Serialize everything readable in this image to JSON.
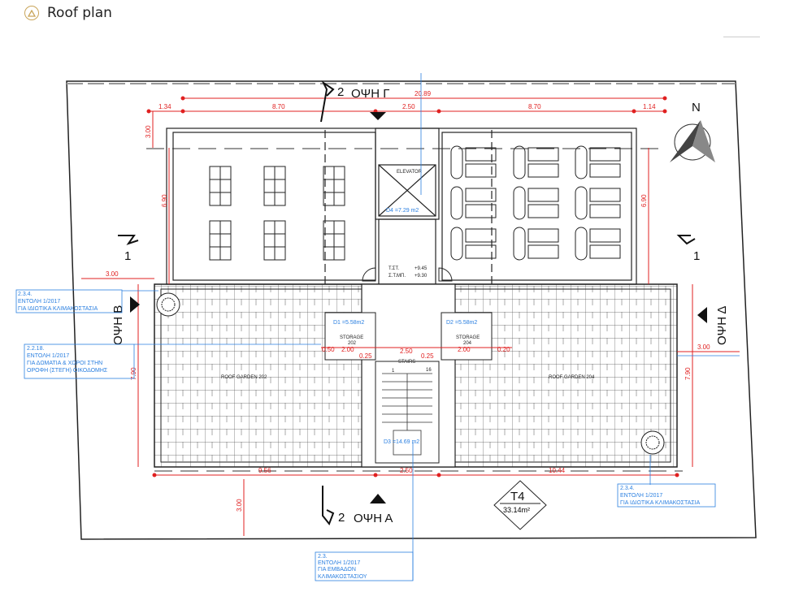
{
  "header": {
    "title": "Roof plan",
    "icon": "triangle-warning-icon",
    "accent": "#c9a55a"
  },
  "plan": {
    "dims": {
      "total_top": "20.89",
      "top": [
        "1.34",
        "8.70",
        "2.50",
        "8.70",
        "1.14"
      ],
      "bottom": [
        "9.56",
        "2.50",
        "10.44"
      ],
      "left_setback": "3.00",
      "right_setback": "3.00",
      "bottom_setback": "3.00",
      "top_setback": "3.00",
      "upper_depth_left": "6.90",
      "upper_depth_right": "6.90",
      "lower_depth_left": "7.90",
      "lower_depth_right": "7.90",
      "mid_row": [
        "0.50",
        "2.00",
        "0.25",
        "2.50",
        "0.25",
        "2.00",
        "0.20"
      ]
    },
    "views": {
      "top": "ΟΨΗ Γ",
      "bottom": "ΟΨΗ Α",
      "left": "ΟΨΗ Β",
      "right": "ΟΨΗ Δ",
      "section_top": "2",
      "section_bottom": "2",
      "section_left": "1",
      "section_right": "1"
    },
    "north": "N",
    "rooms": {
      "elevator": "ELEVATOR",
      "elevator_area": "D4 =7.29 m2",
      "level1": "Τ.ΣΤ.",
      "level1_val": "+9.45",
      "level2": "Σ.Τ.ΜΠ.",
      "level2_val": "+9.30",
      "d1": "D1 =5.58m2",
      "d2": "D2 =5.58m2",
      "storage_left": "STORAGE",
      "storage_left_no": "202",
      "storage_right": "STORAGE",
      "storage_right_no": "204",
      "stairs": "STAIRS",
      "stairs_area": "D3 =14.69 m2",
      "stair_first": "1",
      "stair_last": "16",
      "garden_left": "ROOF GARDEN 202",
      "garden_right": "ROOF GARDEN 204"
    },
    "tag": {
      "id": "T4",
      "area": "33.14m²"
    },
    "notes": [
      {
        "code": "2.3.4.",
        "l1": "ΕΝΤΟΛΗ 1/2017",
        "l2": "ΓΙΑ ΙΔΙΩΤΙΚΑ ΚΛΙΜΑΚΟΣΤΑΣΙΑ"
      },
      {
        "code": "2.2.18.",
        "l1": "ΕΝΤΟΛΗ 1/2017",
        "l2": "ΓΙΑ ΔΩΜΑΤΙΑ & ΧΩΡΟΙ ΣΤΗΝ",
        "l3": "ΟΡΟΦΗ (ΣΤΕΓΗ) ΟΙΚΟΔΟΜΗΣ"
      },
      {
        "code": "2.3.4.",
        "l1": "ΕΝΤΟΛΗ 1/2017",
        "l2": "ΓΙΑ ΙΔΙΩΤΙΚΑ ΚΛΙΜΑΚΟΣΤΑΣΙΑ"
      },
      {
        "code": "2.3.",
        "l1": "ΕΝΤΟΛΗ 1/2017",
        "l2": "ΓΙΑ ΕΜΒΑΔΟΝ",
        "l3": "ΚΛΙΜΑΚΟΣΤΑΣΙΟΥ"
      }
    ]
  }
}
